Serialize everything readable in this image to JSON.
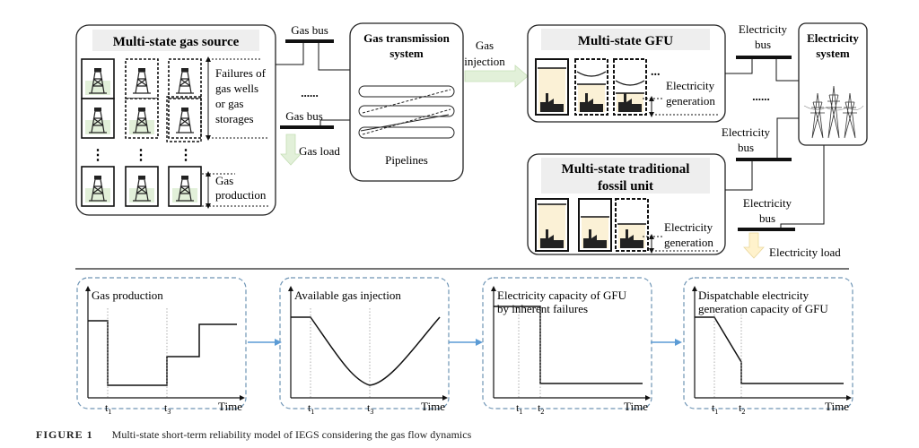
{
  "gas_source": {
    "title": "Multi-state gas source",
    "failures_label": [
      "Failures of",
      "gas wells",
      "or gas",
      "storages"
    ],
    "production_label": [
      "Gas",
      "production"
    ],
    "dots": "⋮"
  },
  "gas_bus_top": "Gas bus",
  "gas_bus_bottom": "Gas bus",
  "gas_load": "Gas load",
  "bus_dots": "......",
  "gas_transmission": {
    "title": [
      "Gas transmission",
      "system"
    ],
    "pipelines": "Pipelines"
  },
  "gas_injection": [
    "Gas",
    "injection"
  ],
  "gfu": {
    "title": "Multi-state GFU",
    "dots": "...",
    "generation_label": [
      "Electricity",
      "generation"
    ]
  },
  "fossil": {
    "title": [
      "Multi-state traditional",
      "fossil unit"
    ],
    "generation_label": [
      "Electricity",
      "generation"
    ]
  },
  "elec_bus_1": [
    "Electricity",
    "bus"
  ],
  "elec_bus_2": [
    "Electricity",
    "bus"
  ],
  "elec_bus_3": [
    "Electricity",
    "bus"
  ],
  "elec_system": [
    "Electricity",
    "system"
  ],
  "electricity_load": "Electricity load",
  "panels": [
    {
      "title": [
        "Gas production"
      ],
      "ticks": [
        "t",
        "t"
      ],
      "subs": [
        "1",
        "3"
      ],
      "xlabel": "Time"
    },
    {
      "title": [
        "Available gas injection"
      ],
      "ticks": [
        "t",
        "t"
      ],
      "subs": [
        "1",
        "3"
      ],
      "xlabel": "Time"
    },
    {
      "title": [
        "Electricity capacity of GFU",
        "by inherent failures"
      ],
      "ticks": [
        "t",
        "t"
      ],
      "subs": [
        "1",
        "2"
      ],
      "xlabel": "Time"
    },
    {
      "title": [
        "Dispatchable electricity",
        "generation capacity of GFU"
      ],
      "ticks": [
        "t",
        "t"
      ],
      "subs": [
        "1",
        "2"
      ],
      "xlabel": "Time"
    }
  ],
  "caption": {
    "number": "FIGURE 1",
    "text": "Multi-state short-term reliability model of IEGS considering the gas flow dynamics"
  },
  "colors": {
    "green_fill": "#e2f0d9",
    "gfu_fill": "#fbf1d6",
    "panel_border": "#6f95b5",
    "flow_arrow": "#5b9bd5",
    "title_box": "#eeeeee",
    "load_arrow": "#fff2cc"
  }
}
